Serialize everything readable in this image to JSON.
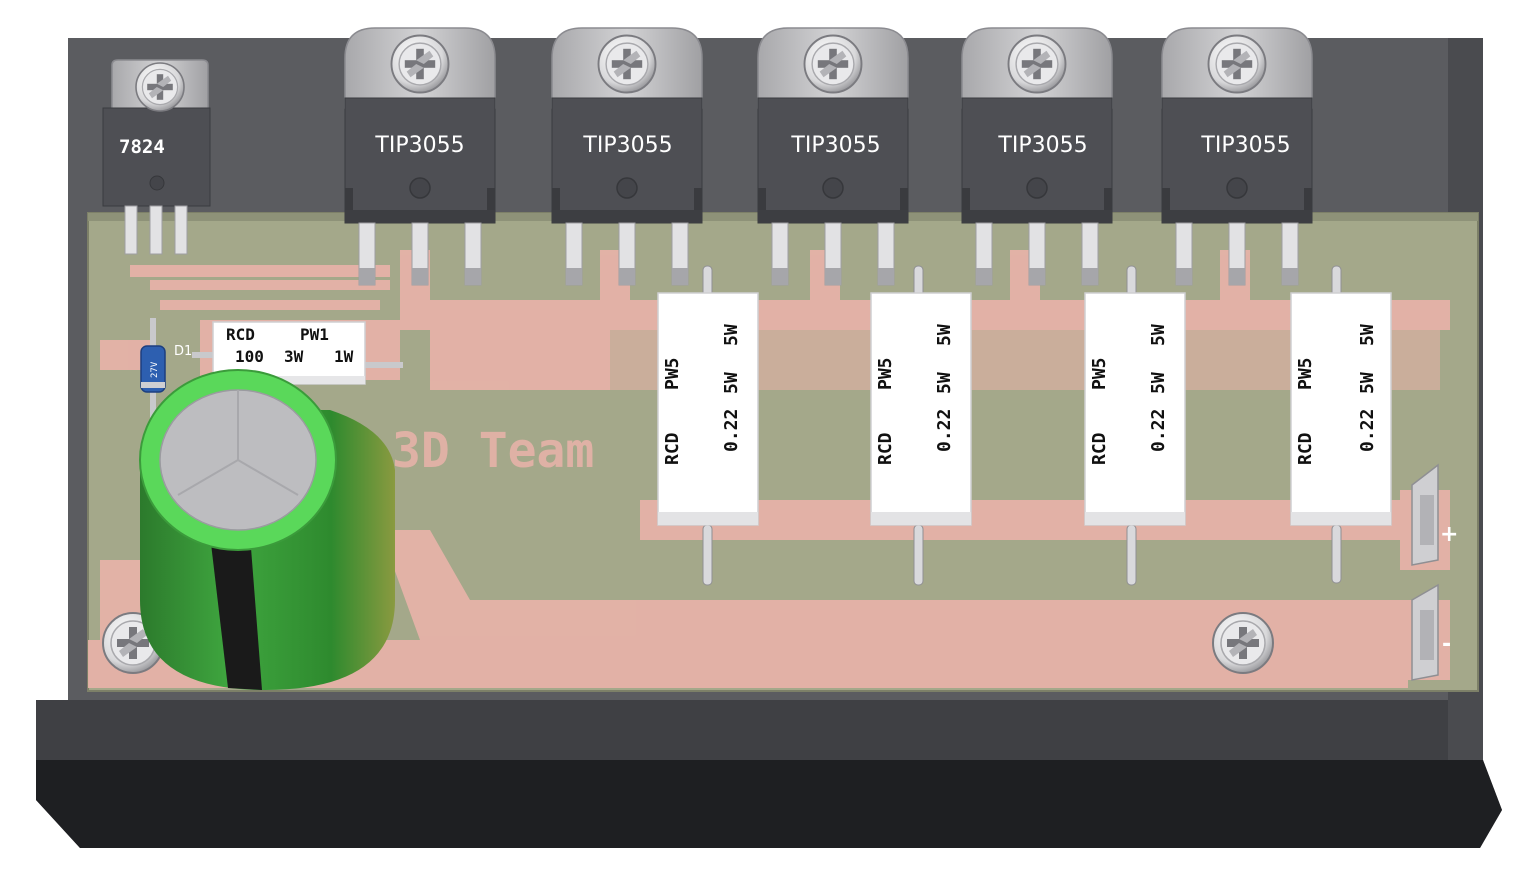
{
  "board": {
    "watermark": "3D Team"
  },
  "regulator": {
    "part": "7824"
  },
  "transistors": [
    {
      "part": "TIP3055"
    },
    {
      "part": "TIP3055"
    },
    {
      "part": "TIP3055"
    },
    {
      "part": "TIP3055"
    },
    {
      "part": "TIP3055"
    }
  ],
  "small_resistor": {
    "line1_left": "RCD",
    "line1_right": "PW1",
    "line2_a": "100",
    "line2_b": "3W",
    "line2_c": "1W"
  },
  "diode": {
    "ref": "D1",
    "value": "27V"
  },
  "power_resistors": [
    {
      "brand": "RCD",
      "series": "PW5",
      "value": "0.22",
      "rating1": "5W",
      "rating2": "5W"
    },
    {
      "brand": "RCD",
      "series": "PW5",
      "value": "0.22",
      "rating1": "5W",
      "rating2": "5W"
    },
    {
      "brand": "RCD",
      "series": "PW5",
      "value": "0.22",
      "rating1": "5W",
      "rating2": "5W"
    },
    {
      "brand": "RCD",
      "series": "PW5",
      "value": "0.22",
      "rating1": "5W",
      "rating2": "5W"
    }
  ],
  "terminals": {
    "plus": "+",
    "minus": "-"
  },
  "colors": {
    "heatsink": "#5b5c60",
    "heatsink_dark": "#2e2f33",
    "pcb": "#a4a88a",
    "copper": "#e6b2a8",
    "cap_green": "#4fc24f",
    "transistor_body": "#4e4f54",
    "tab_metal": "#b9b9bc",
    "resistor_white": "#ffffff"
  },
  "icons": [
    "screw-head-icon"
  ]
}
